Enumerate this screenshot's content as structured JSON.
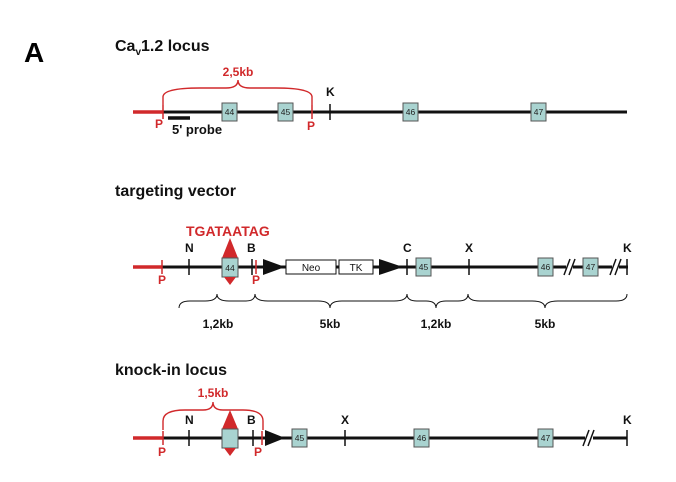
{
  "panel_label": "A",
  "locus": {
    "title_main": "Ca",
    "title_sub": "v",
    "title_rest": "1.2 locus",
    "bracket_label": "2,5kb",
    "sites": {
      "p1": "P",
      "p2": "P",
      "k": "K"
    },
    "exons": [
      "44",
      "45",
      "46",
      "47"
    ],
    "probe_label": "5' probe"
  },
  "vector": {
    "title": "targeting vector",
    "sequence": "TGATAATAG",
    "sites": {
      "n": "N",
      "b": "B",
      "c": "C",
      "x": "X",
      "k": "K",
      "p1": "P",
      "p2": "P"
    },
    "exons": [
      "44",
      "45",
      "46",
      "47"
    ],
    "cassettes": [
      "Neo",
      "TK"
    ],
    "distances": [
      "1,2kb",
      "5kb",
      "1,2kb",
      "5kb"
    ]
  },
  "knockin": {
    "title": "knock-in locus",
    "bracket_label": "1,5kb",
    "sites": {
      "n": "N",
      "b": "B",
      "x": "X",
      "k": "K",
      "p1": "P",
      "p2": "P"
    },
    "exons": [
      "45",
      "46",
      "47"
    ]
  },
  "colors": {
    "accent_red": "#d1292b",
    "exon_fill": "#a9d3d0",
    "line": "#111111"
  }
}
